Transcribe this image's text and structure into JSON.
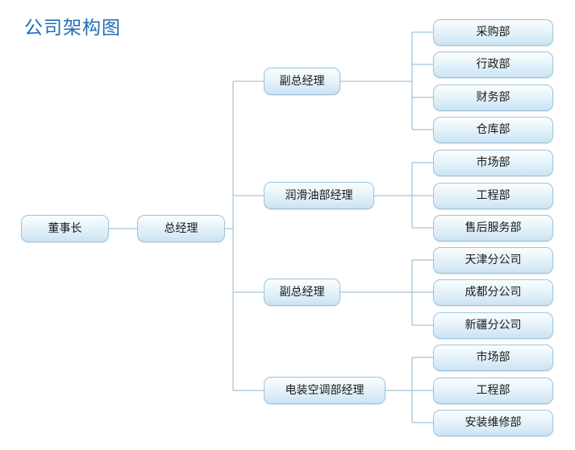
{
  "page": {
    "title": "公司架构图",
    "title_color": "#1f6db5",
    "background_color": "#ffffff"
  },
  "theme": {
    "node_border_color": "#9cc3dd",
    "node_fill_top": "#fbfdfe",
    "node_fill_bottom": "#c9e2f3",
    "connector_color": "#8fb6cf",
    "node_text_color": "#1a1a1a"
  },
  "chart_data": {
    "type": "diagram",
    "subtype": "organization-chart",
    "orientation": "left-to-right",
    "title": "公司架构图",
    "nodes": [
      {
        "id": "n0",
        "label": "董事长",
        "level": 0,
        "parent": null
      },
      {
        "id": "n1",
        "label": "总经理",
        "level": 1,
        "parent": "n0"
      },
      {
        "id": "m1",
        "label": "副总经理",
        "level": 2,
        "parent": "n1"
      },
      {
        "id": "m2",
        "label": "润滑油部经理",
        "level": 2,
        "parent": "n1"
      },
      {
        "id": "m3",
        "label": "副总经理",
        "level": 2,
        "parent": "n1"
      },
      {
        "id": "m4",
        "label": "电装空调部经理",
        "level": 2,
        "parent": "n1"
      },
      {
        "id": "l1",
        "label": "采购部",
        "level": 3,
        "parent": "m1"
      },
      {
        "id": "l2",
        "label": "行政部",
        "level": 3,
        "parent": "m1"
      },
      {
        "id": "l3",
        "label": "财务部",
        "level": 3,
        "parent": "m1"
      },
      {
        "id": "l4",
        "label": "仓库部",
        "level": 3,
        "parent": "m1"
      },
      {
        "id": "l5",
        "label": "市场部",
        "level": 3,
        "parent": "m2"
      },
      {
        "id": "l6",
        "label": "工程部",
        "level": 3,
        "parent": "m2"
      },
      {
        "id": "l7",
        "label": "售后服务部",
        "level": 3,
        "parent": "m2"
      },
      {
        "id": "l8",
        "label": "天津分公司",
        "level": 3,
        "parent": "m3"
      },
      {
        "id": "l9",
        "label": "成都分公司",
        "level": 3,
        "parent": "m3"
      },
      {
        "id": "l10",
        "label": "新疆分公司",
        "level": 3,
        "parent": "m3"
      },
      {
        "id": "l11",
        "label": "市场部",
        "level": 3,
        "parent": "m4"
      },
      {
        "id": "l12",
        "label": "工程部",
        "level": 3,
        "parent": "m4"
      },
      {
        "id": "l13",
        "label": "安装维修部",
        "level": 3,
        "parent": "m4"
      }
    ]
  },
  "nodes": {
    "chairman": {
      "label": "董事长"
    },
    "general_manager": {
      "label": "总经理"
    },
    "deputy_gm_1": {
      "label": "副总经理"
    },
    "lubricant_manager": {
      "label": "润滑油部经理"
    },
    "deputy_gm_2": {
      "label": "副总经理"
    },
    "hvac_manager": {
      "label": "电装空调部经理"
    },
    "purchasing": {
      "label": "采购部"
    },
    "administration": {
      "label": "行政部"
    },
    "finance": {
      "label": "财务部"
    },
    "warehouse": {
      "label": "仓库部"
    },
    "marketing_1": {
      "label": "市场部"
    },
    "engineering_1": {
      "label": "工程部"
    },
    "after_sales": {
      "label": "售后服务部"
    },
    "tianjin_branch": {
      "label": "天津分公司"
    },
    "chengdu_branch": {
      "label": "成都分公司"
    },
    "xinjiang_branch": {
      "label": "新疆分公司"
    },
    "marketing_2": {
      "label": "市场部"
    },
    "engineering_2": {
      "label": "工程部"
    },
    "install_repair": {
      "label": "安装维修部"
    }
  }
}
